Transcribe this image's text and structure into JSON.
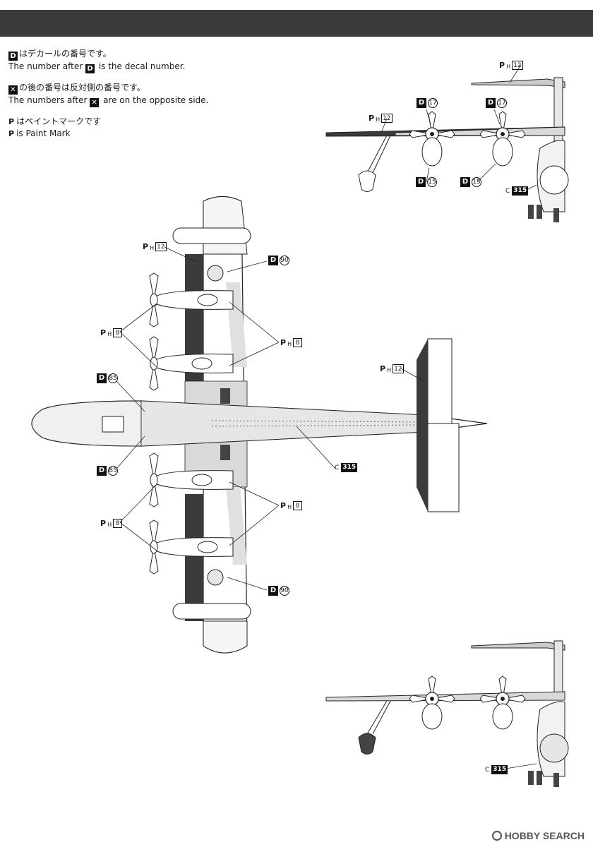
{
  "legend": {
    "decal": {
      "box": "D",
      "jp": "はデカールの番号です。",
      "en_pre": "The number after",
      "en_post": "is the decal number."
    },
    "opposite": {
      "box": "✕",
      "jp": "の後の番号は反対側の番号です。",
      "en_pre": "The numbers after",
      "en_post": "are on the opposite side."
    },
    "paint": {
      "mark": "P",
      "jp": "はペイントマークです",
      "en": "is Paint Mark"
    }
  },
  "callouts": {
    "d_letter": "D",
    "p_letter": "P",
    "p_sub": "H",
    "c_letter": "C",
    "ph12": "12",
    "ph8": "8",
    "d17": "17",
    "d15": "15",
    "d90": "90",
    "d85": "85",
    "c315": "315"
  },
  "colors": {
    "dark_paint": "#3b3b3b",
    "light_paint": "#d9d9d9",
    "line": "#222222"
  },
  "watermark": {
    "text": "HOBBY SEARCH",
    "icon": "hobbysearch-logo-icon"
  }
}
